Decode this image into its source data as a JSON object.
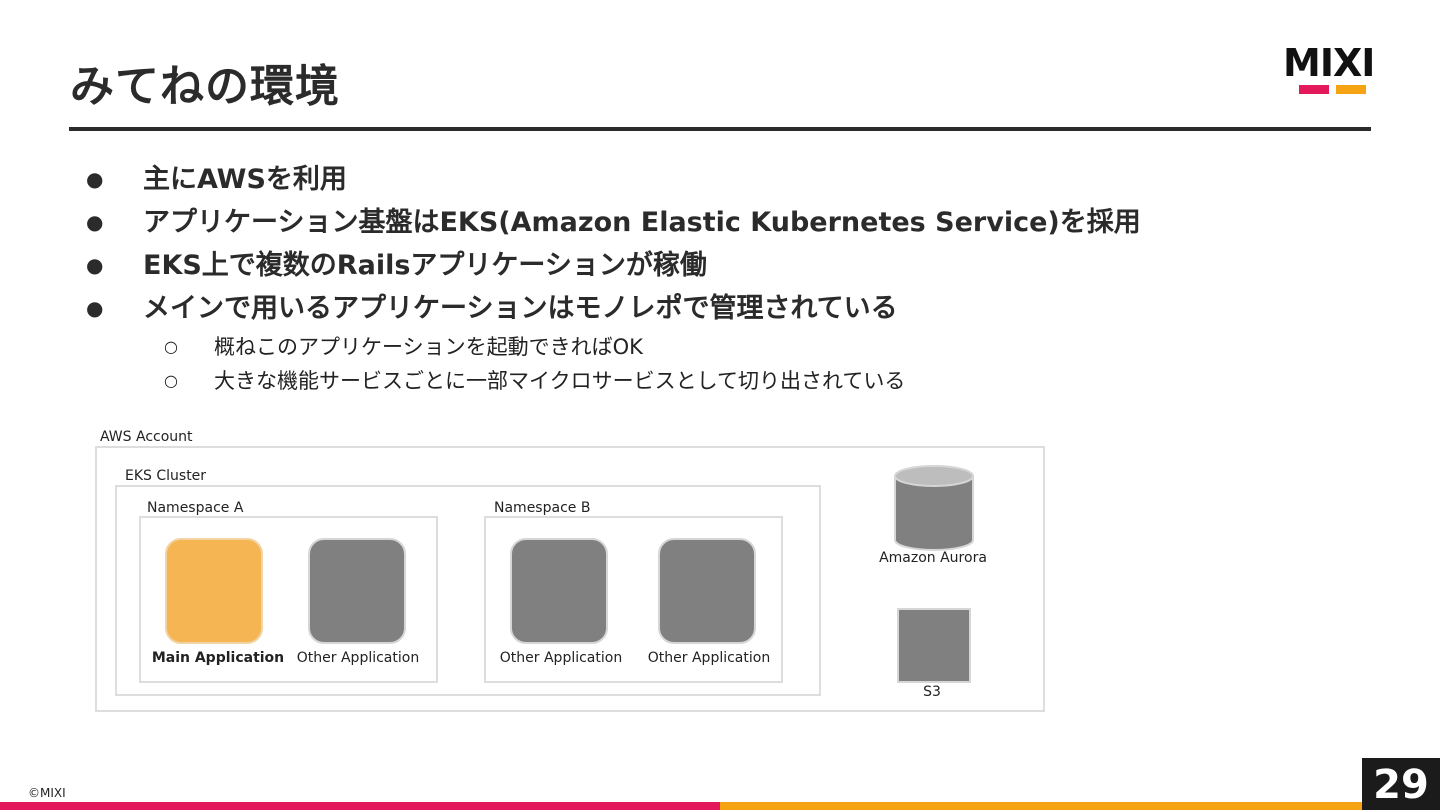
{
  "slide": {
    "title": "みてねの環境",
    "page_number": "29",
    "copyright": "©MIXI"
  },
  "logo": {
    "text": "MIXI",
    "colors": {
      "red": "#e3195b",
      "orange": "#f5a213"
    }
  },
  "bullets": {
    "level1": [
      "主にAWSを利用",
      "アプリケーション基盤はEKS(Amazon Elastic Kubernetes Service)を採用",
      "EKS上で複数のRailsアプリケーションが稼働",
      "メインで用いるアプリケーションはモノレポで管理されている"
    ],
    "level2": [
      "概ねこのアプリケーションを起動できればOK",
      "大きな機能サービスごとに一部マイクロサービスとして切り出されている"
    ],
    "marker1": "●",
    "marker2": "○"
  },
  "diagram": {
    "aws_account": "AWS Account",
    "eks_cluster": "EKS Cluster",
    "namespace_a": "Namespace A",
    "namespace_b": "Namespace B",
    "apps": [
      "Main Application",
      "Other Application",
      "Other Application",
      "Other Application"
    ],
    "aurora": "Amazon Aurora",
    "s3": "S3",
    "colors": {
      "main_app": "#f5b553",
      "other_app": "#808080"
    }
  }
}
